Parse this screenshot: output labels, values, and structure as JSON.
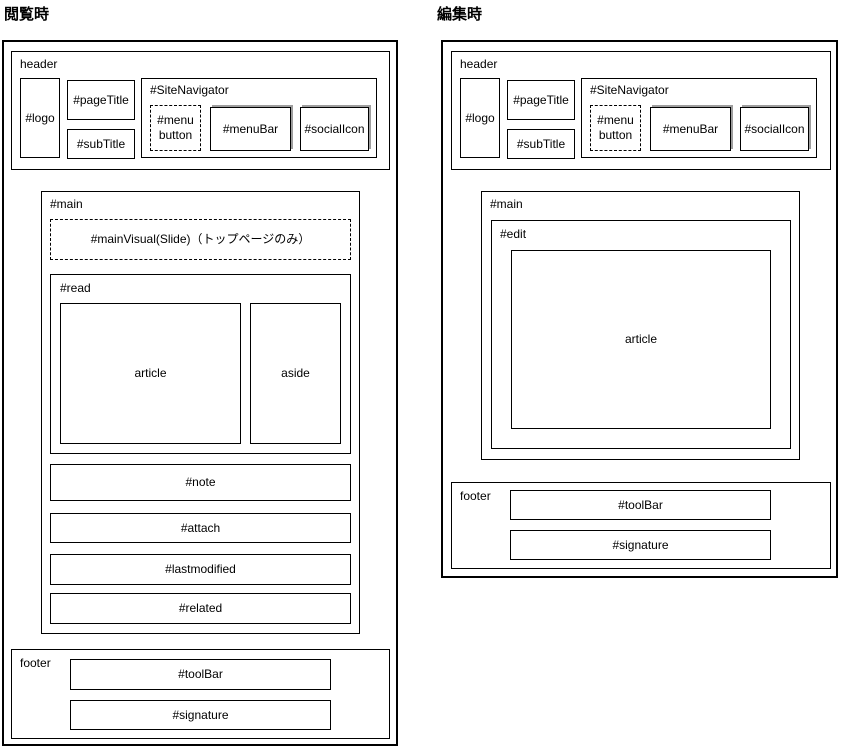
{
  "diagram": {
    "browse_view_title": "閲覧時",
    "edit_view_title": "編集時"
  },
  "labels": {
    "header": "header",
    "logo": "#logo",
    "page_title": "#pageTitle",
    "sub_title": "#subTitle",
    "site_navigator": "#SiteNavigator",
    "menu_button": "#menu button",
    "menu_bar": "#menuBar",
    "social_icon": "#socialIcon",
    "main": "#main",
    "main_visual": "#mainVisual(Slide)（トップページのみ）",
    "read": "#read",
    "article": "article",
    "aside": "aside",
    "note": "#note",
    "attach": "#attach",
    "lastmodified": "#lastmodified",
    "related": "#related",
    "footer": "footer",
    "tool_bar": "#toolBar",
    "signature": "#signature",
    "edit": "#edit"
  },
  "colors": {
    "border": "#000000",
    "text": "#000000",
    "background": "#ffffff",
    "box_shadow": "#9e9e9e"
  }
}
